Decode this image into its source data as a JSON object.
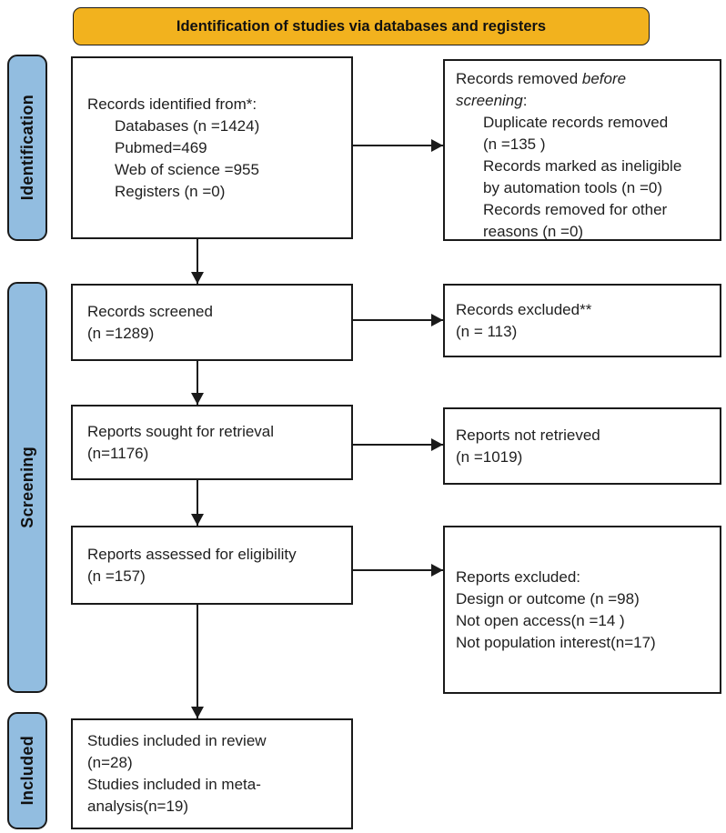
{
  "banner": {
    "title": "Identification of studies via databases and registers"
  },
  "stages": {
    "identification": "Identification",
    "screening": "Screening",
    "included": "Included"
  },
  "colors": {
    "banner_bg": "#F2B21E",
    "stage_bg": "#92BDE0",
    "box_border": "#1A1A1A",
    "text": "#1F1F1F"
  },
  "boxes": {
    "records_identified": {
      "title": "Records identified from*:",
      "items": [
        "Databases (n =1424)",
        "Pubmed=469",
        "Web of science =955",
        "Registers (n =0)"
      ]
    },
    "records_removed": {
      "title_line1_normal": "Records removed ",
      "title_line1_italic": "before",
      "title_line2_italic": "screening",
      "title_line2_normal": ":",
      "items": [
        "Duplicate records removed",
        "(n =135 )",
        "Records marked as ineligible",
        "by automation tools (n =0)",
        "Records removed for other",
        "reasons (n =0)"
      ]
    },
    "records_screened": {
      "lines": [
        "Records screened",
        "(n =1289)"
      ]
    },
    "records_excluded": {
      "lines": [
        "Records excluded**",
        "(n = 113)"
      ]
    },
    "reports_sought": {
      "lines": [
        "Reports sought for retrieval",
        "(n=1176)"
      ]
    },
    "reports_not_retrieved": {
      "lines": [
        "Reports not retrieved",
        "(n =1019)"
      ]
    },
    "reports_assessed": {
      "lines": [
        "Reports assessed for eligibility",
        "(n =157)"
      ]
    },
    "reports_excluded": {
      "lines": [
        "Reports excluded:",
        "Design or outcome (n =98)",
        "Not open access(n =14 )",
        "Not population interest(n=17)"
      ]
    },
    "studies_included": {
      "lines": [
        "Studies included in review",
        "(n=28)",
        "Studies included in meta-",
        "analysis(n=19)"
      ]
    }
  }
}
